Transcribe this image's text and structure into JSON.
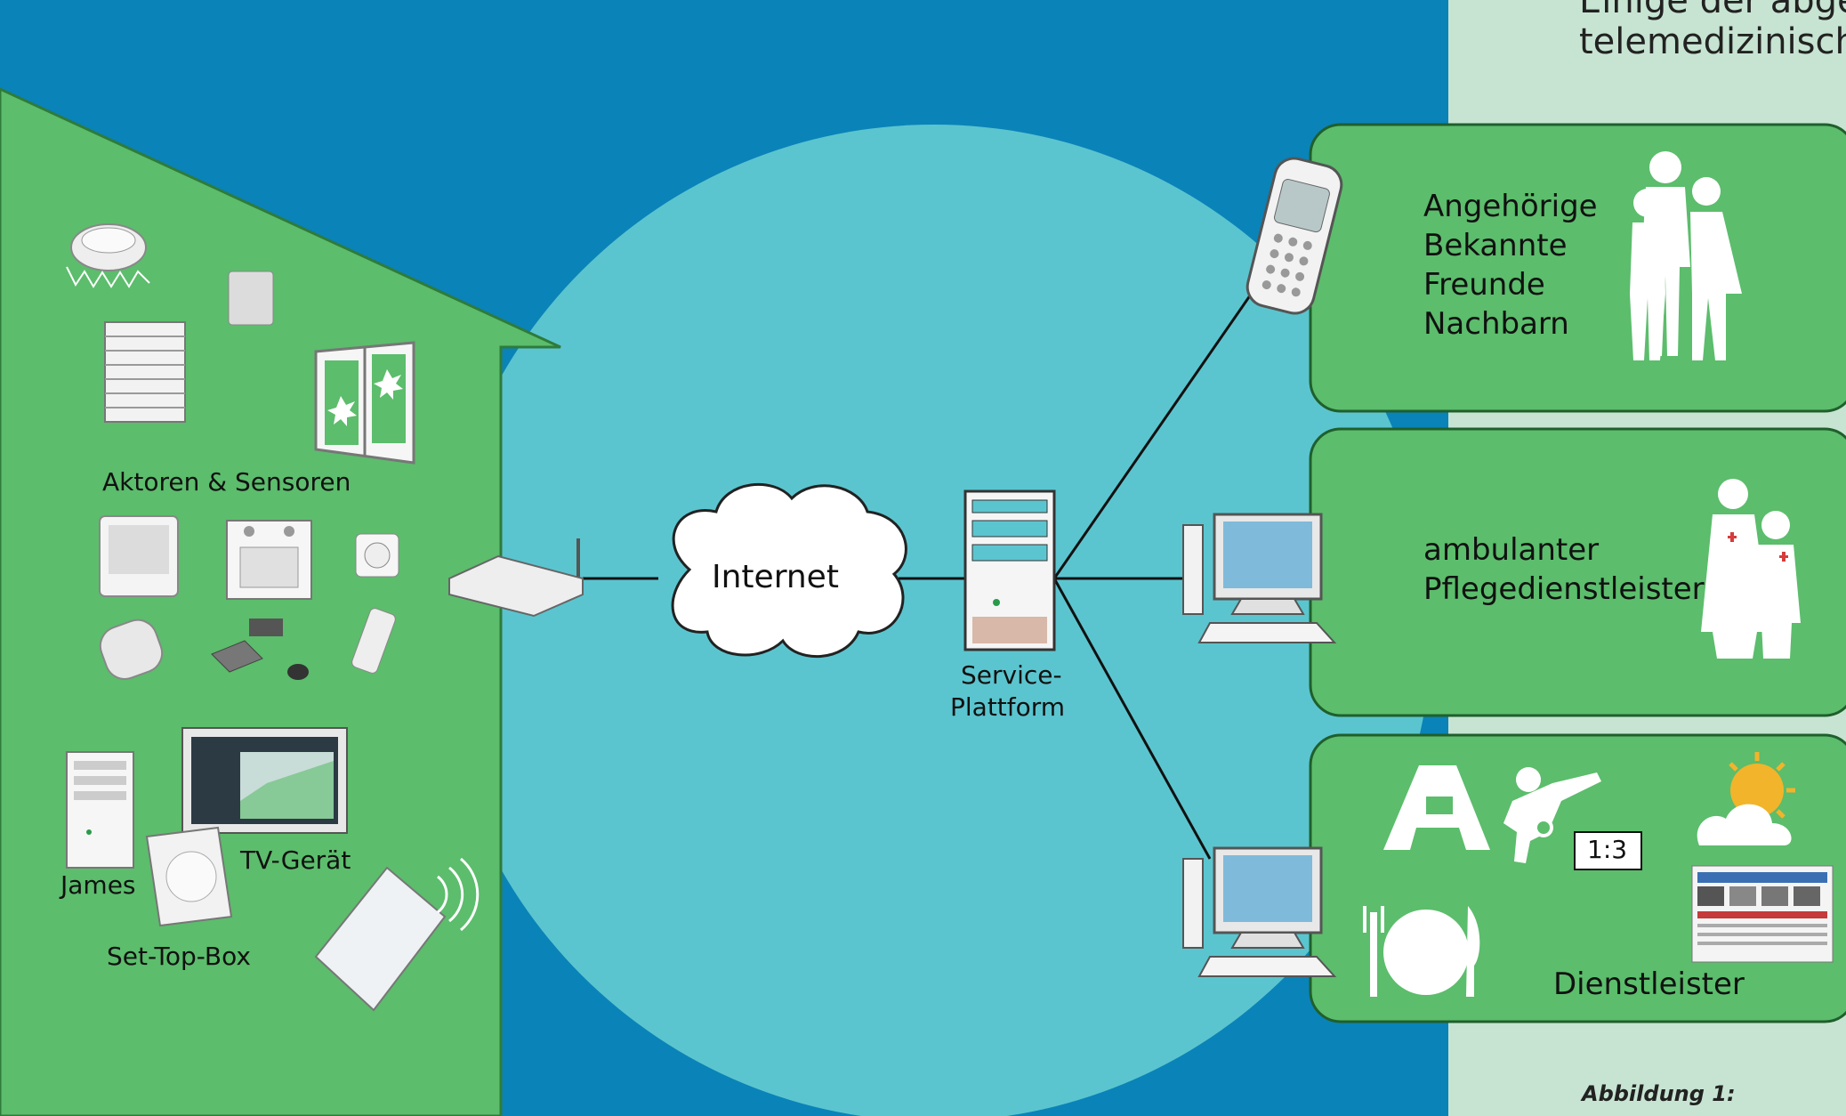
{
  "right_panel": {
    "line1": "Einige der abge",
    "line2": "telemedizinische",
    "caption": "Abbildung 1:"
  },
  "network": {
    "internet_label": "Internet",
    "service_label_1": "Service-",
    "service_label_2": "Plattform"
  },
  "house": {
    "sensors_label": "Aktoren & Sensoren",
    "tv_label": "TV-Gerät",
    "james_label": "James",
    "stb_label": "Set-Top-Box"
  },
  "boxes": {
    "relatives": [
      "Angehörige",
      "Bekannte",
      "Freunde",
      "Nachbarn"
    ],
    "care_1": "ambulanter",
    "care_2": "Pflegedienstleister",
    "services_label": "Dienstleister",
    "score": "1:3"
  },
  "colors": {
    "background_blue": "#0a83b8",
    "circle_cyan": "#5bc5cf",
    "house_green": "#5cbd6c",
    "panel_mint": "#c7e4d2"
  }
}
